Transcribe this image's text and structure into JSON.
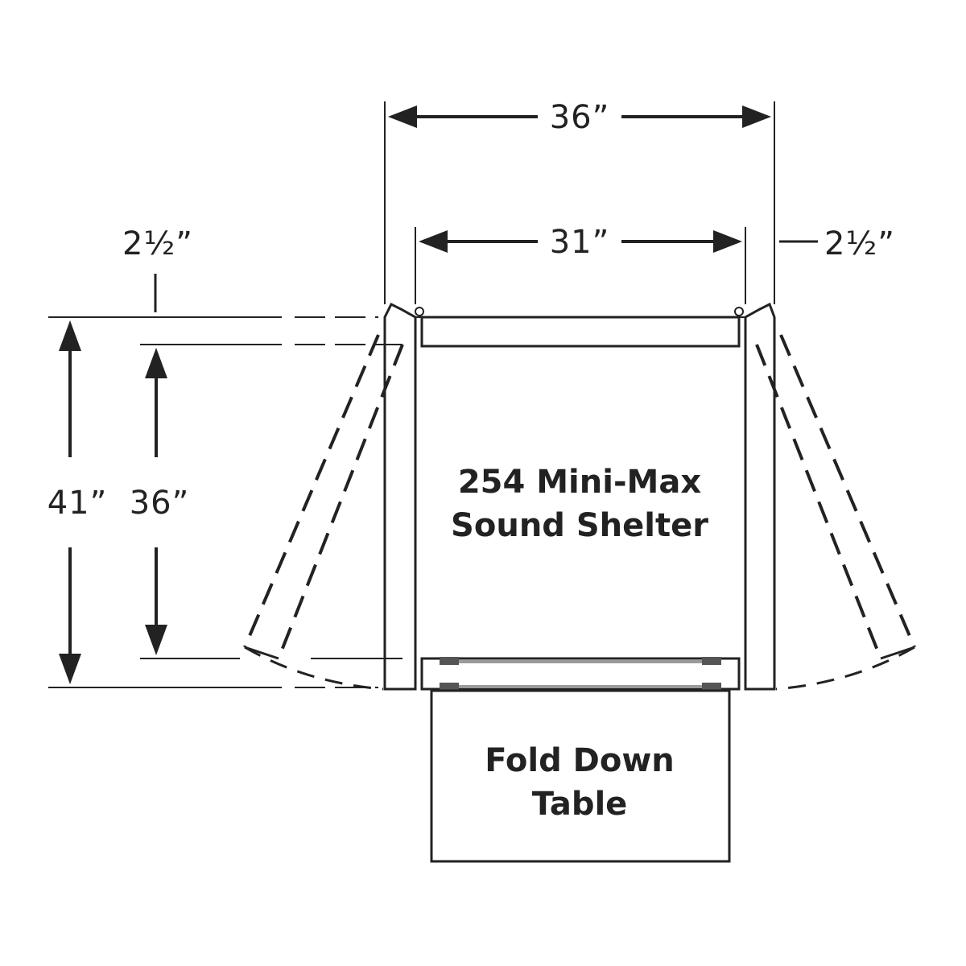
{
  "dimensions": {
    "outer_width": "36”",
    "inner_width": "31”",
    "left_wall": "2½”",
    "right_wall": "2½”",
    "outer_depth": "41”",
    "inner_depth": "36”"
  },
  "labels": {
    "shelter_line1": "254 Mini-Max",
    "shelter_line2": "Sound Shelter",
    "table_line1": "Fold Down",
    "table_line2": "Table"
  }
}
